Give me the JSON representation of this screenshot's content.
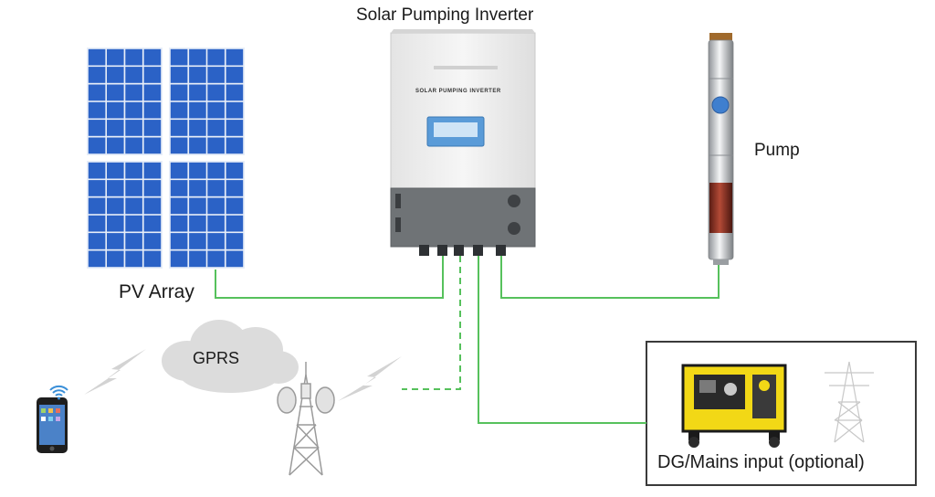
{
  "labels": {
    "inverter": "Solar Pumping Inverter",
    "inverter_brand": "SOLAR PUMPING INVERTER",
    "pump": "Pump",
    "pv_array": "PV Array",
    "gprs": "GPRS",
    "dg_mains": "DG/Mains input (optional)"
  },
  "colors": {
    "wire": "#56c15c",
    "panel_cell": "#2b62c6",
    "panel_grid": "#e8eef8",
    "inverter_body": "#eeeeee",
    "inverter_base": "#6f7376",
    "generator_yellow": "#f2d816",
    "cloud": "#dcdcdc"
  },
  "icons": [
    "solar-panel-icon",
    "inverter-icon",
    "submersible-pump-icon",
    "cloud-icon",
    "smartphone-icon",
    "wifi-icon",
    "telecom-tower-icon",
    "wireless-signal-icon",
    "generator-icon",
    "power-pylon-icon"
  ]
}
